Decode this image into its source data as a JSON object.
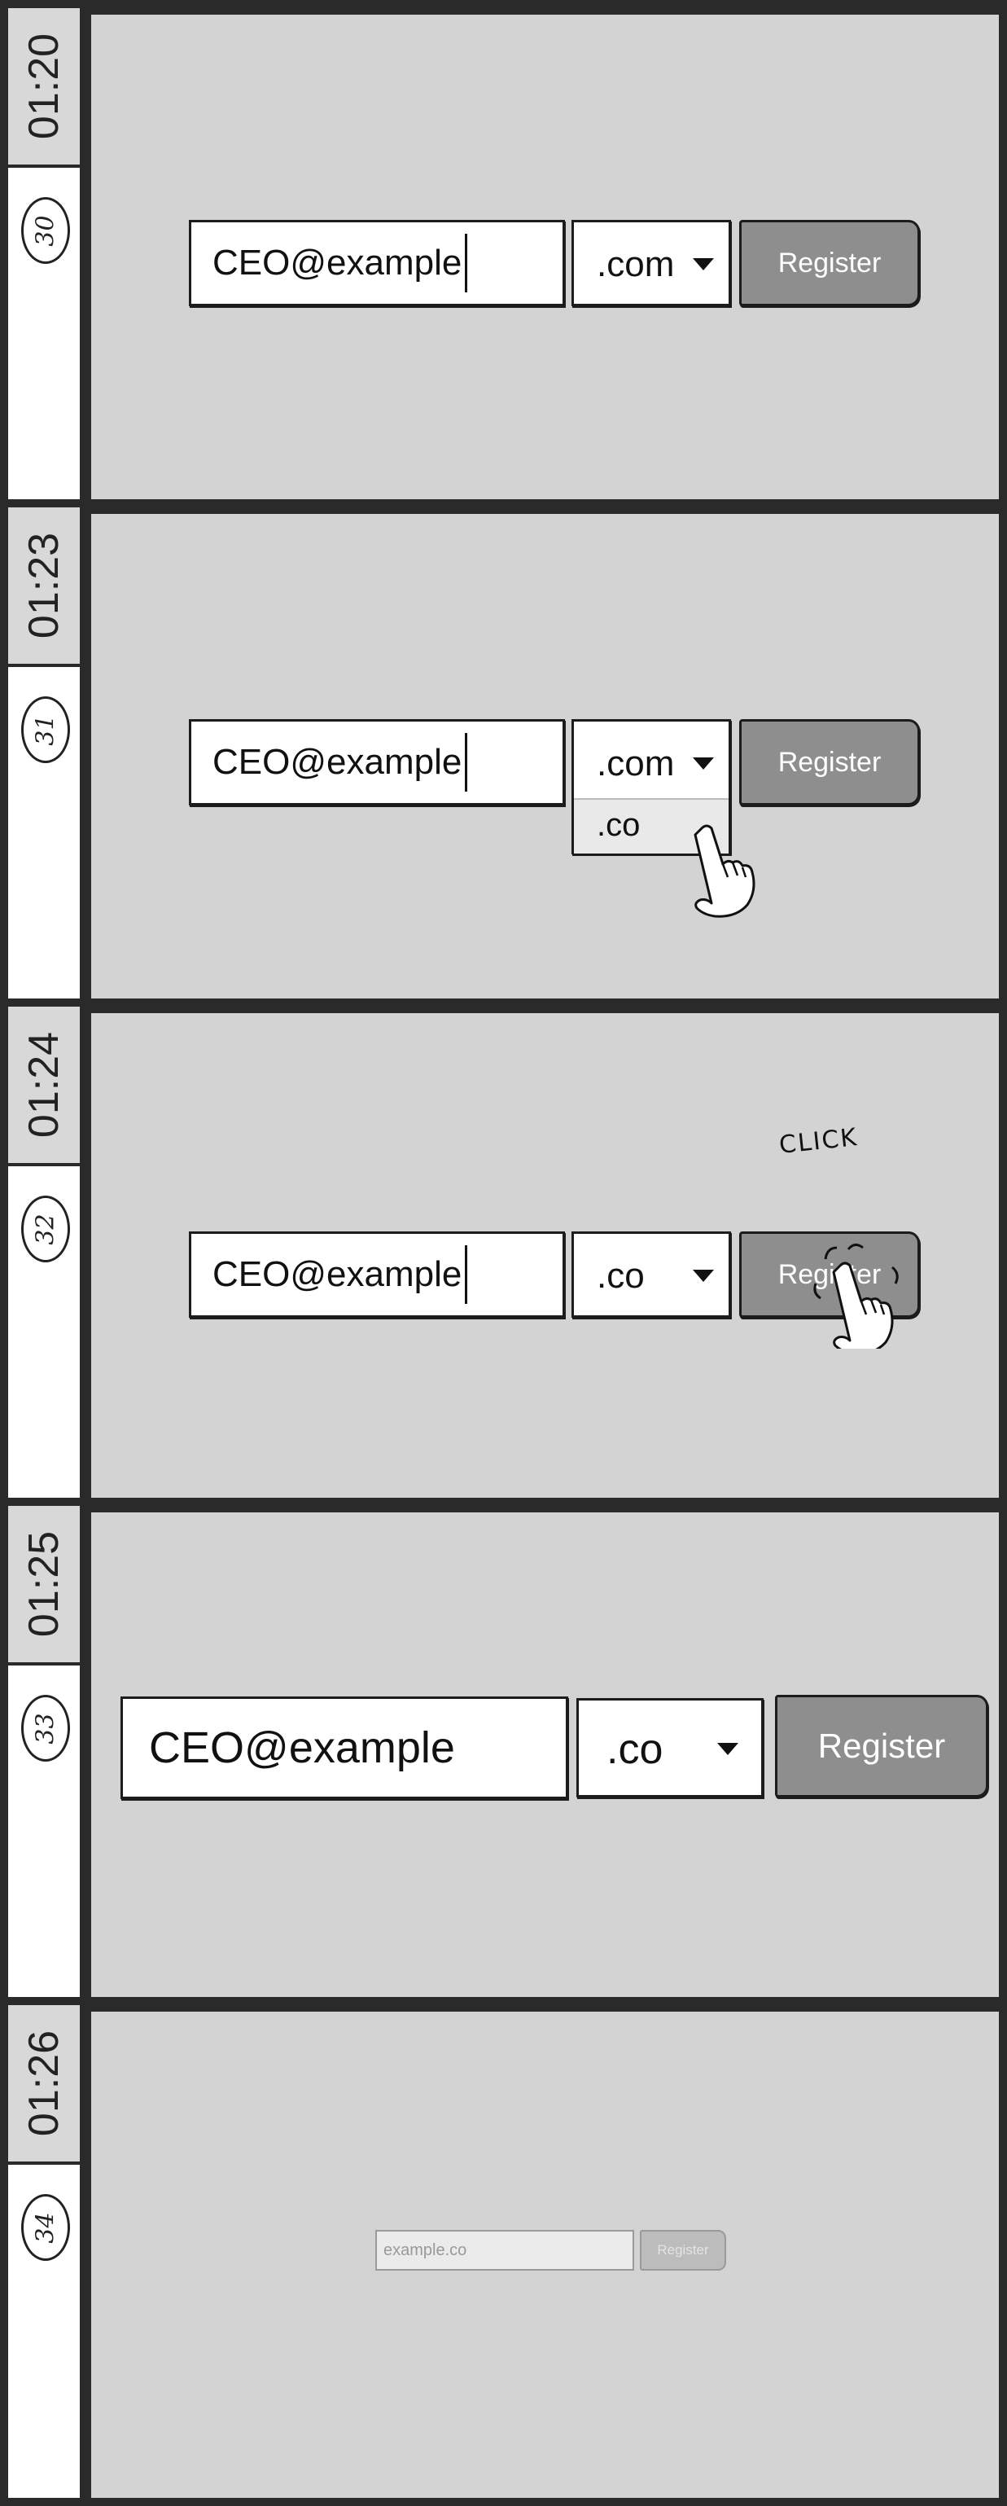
{
  "frames": [
    {
      "time": "01:20",
      "number": "30",
      "email": "CEO@example",
      "tld": ".com",
      "button": "Register"
    },
    {
      "time": "01:23",
      "number": "31",
      "email": "CEO@example",
      "tld": ".com",
      "option": ".co",
      "button": "Register"
    },
    {
      "time": "01:24",
      "number": "32",
      "email": "CEO@example",
      "tld": ".co",
      "button": "Register",
      "annotation": "CLICK"
    },
    {
      "time": "01:25",
      "number": "33",
      "email": "CEO@example",
      "tld": ".co",
      "button": "Register"
    },
    {
      "time": "01:26",
      "number": "34",
      "email_placeholder": "example.co",
      "button": "Register"
    }
  ],
  "icons": [
    "pointing-hand-icon",
    "dropdown-arrow-icon",
    "text-caret-icon"
  ]
}
